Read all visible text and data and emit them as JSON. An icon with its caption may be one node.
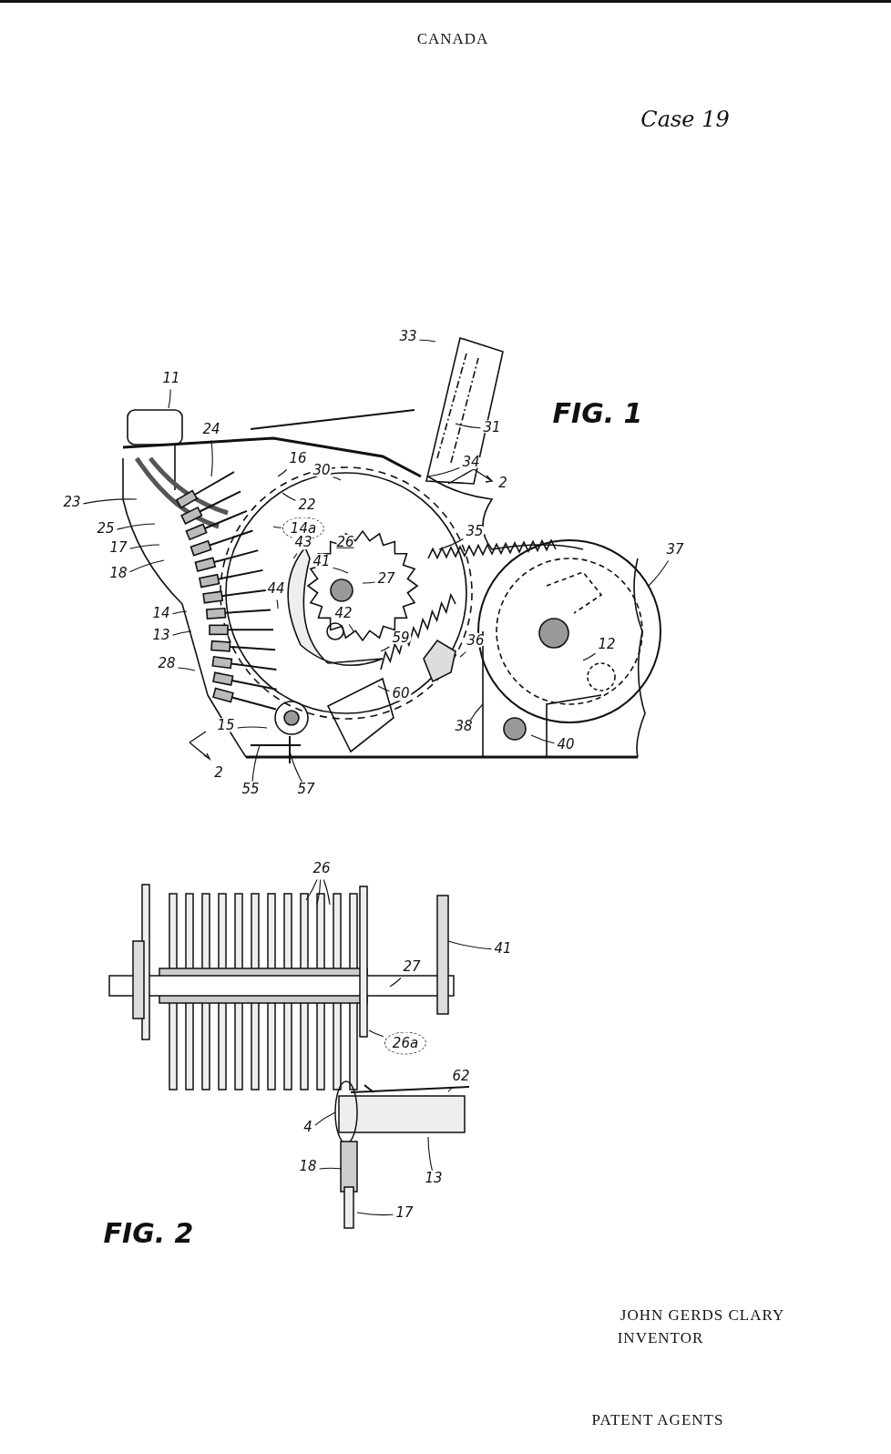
{
  "diagram": {
    "nodes": [
      {
        "text": [
          "33"
        ]
      },
      {
        "text": [
          "11"
        ]
      },
      {
        "text": [
          "31"
        ]
      },
      {
        "text": [
          "24"
        ]
      },
      {
        "text": [
          "16"
        ]
      },
      {
        "text": [
          "34"
        ]
      },
      {
        "text": [
          "30"
        ]
      },
      {
        "text": [
          "22"
        ]
      },
      {
        "text": [
          "23"
        ]
      },
      {
        "text": [
          "14a"
        ]
      },
      {
        "text": [
          "25"
        ]
      },
      {
        "text": [
          "35"
        ]
      },
      {
        "text": [
          "17"
        ]
      },
      {
        "text": [
          "37"
        ]
      },
      {
        "text": [
          "41"
        ]
      },
      {
        "text": [
          "43"
        ]
      },
      {
        "text": [
          "18"
        ]
      },
      {
        "text": [
          "44"
        ]
      },
      {
        "text": [
          "27"
        ]
      },
      {
        "text": [
          "42"
        ]
      },
      {
        "text": [
          "14"
        ]
      },
      {
        "text": [
          "12"
        ]
      },
      {
        "text": [
          "13"
        ]
      },
      {
        "text": [
          "59"
        ]
      },
      {
        "text": [
          "36"
        ]
      },
      {
        "text": [
          "28"
        ]
      },
      {
        "text": [
          "60"
        ]
      },
      {
        "text": [
          "15"
        ]
      },
      {
        "text": [
          "38"
        ]
      },
      {
        "text": [
          "40"
        ]
      },
      {
        "text": [
          "55"
        ]
      },
      {
        "text": [
          "57"
        ]
      },
      {
        "text": [
          "26"
        ]
      },
      {
        "text": [
          "41"
        ]
      },
      {
        "text": [
          "27"
        ]
      },
      {
        "text": [
          "26a"
        ]
      },
      {
        "text": [
          "62"
        ]
      },
      {
        "text": [
          "4"
        ]
      },
      {
        "text": [
          "18"
        ]
      },
      {
        "text": [
          "13"
        ]
      },
      {
        "text": [
          "17"
        ]
      }
    ],
    "edges": [
      {
        "from": 0,
        "to": null,
        "arrow": "none"
      },
      {
        "from": 1,
        "to": null,
        "arrow": "none"
      },
      {
        "from": 2,
        "to": null,
        "arrow": "none"
      },
      {
        "from": 3,
        "to": null,
        "arrow": "none"
      },
      {
        "from": 4,
        "to": null,
        "arrow": "none"
      },
      {
        "from": 5,
        "to": null,
        "arrow": "none"
      },
      {
        "from": 6,
        "to": null,
        "arrow": "none"
      },
      {
        "from": 7,
        "to": null,
        "arrow": "none"
      },
      {
        "from": 8,
        "to": null,
        "arrow": "none"
      },
      {
        "from": 9,
        "to": null,
        "arrow": "none"
      },
      {
        "from": 10,
        "to": null,
        "arrow": "none"
      },
      {
        "from": 11,
        "to": null,
        "arrow": "none"
      },
      {
        "from": 12,
        "to": null,
        "arrow": "none"
      },
      {
        "from": 13,
        "to": null,
        "arrow": "none"
      },
      {
        "from": 14,
        "to": null,
        "arrow": "none"
      },
      {
        "from": 15,
        "to": null,
        "arrow": "none"
      },
      {
        "from": 16,
        "to": null,
        "arrow": "none"
      },
      {
        "from": 17,
        "to": null,
        "arrow": "none"
      },
      {
        "from": 18,
        "to": null,
        "arrow": "none"
      },
      {
        "from": 19,
        "to": null,
        "arrow": "none"
      },
      {
        "from": 20,
        "to": null,
        "arrow": "none"
      },
      {
        "from": 21,
        "to": null,
        "arrow": "none"
      },
      {
        "from": 22,
        "to": null,
        "arrow": "none"
      },
      {
        "from": 23,
        "to": null,
        "arrow": "none"
      },
      {
        "from": 24,
        "to": null,
        "arrow": "none"
      },
      {
        "from": 25,
        "to": null,
        "arrow": "none"
      },
      {
        "from": 26,
        "to": null,
        "arrow": "none"
      },
      {
        "from": 27,
        "to": null,
        "arrow": "none"
      },
      {
        "from": 28,
        "to": null,
        "arrow": "none"
      },
      {
        "from": 29,
        "to": null,
        "arrow": "none"
      },
      {
        "from": 30,
        "to": null,
        "arrow": "none"
      },
      {
        "from": 31,
        "to": null,
        "arrow": "none"
      },
      {
        "from": 32,
        "to": null,
        "arrow": "none"
      },
      {
        "from": 32,
        "to": null,
        "arrow": "none"
      },
      {
        "from": 32,
        "to": null,
        "arrow": "none"
      },
      {
        "from": 33,
        "to": null,
        "arrow": "none"
      },
      {
        "from": 34,
        "to": null,
        "arrow": "none"
      },
      {
        "from": 35,
        "to": null,
        "arrow": "none"
      },
      {
        "from": 36,
        "to": null,
        "arrow": "none"
      },
      {
        "from": 37,
        "to": null,
        "arrow": "none"
      },
      {
        "from": 38,
        "to": null,
        "arrow": "none"
      },
      {
        "from": 39,
        "to": null,
        "arrow": "none"
      },
      {
        "from": 40,
        "to": null,
        "arrow": "none"
      }
    ],
    "labels": [
      "CANADA",
      "Case 19",
      "FIG. 1",
      "2",
      "26",
      "2",
      "FIG. 2",
      "JOHN GERDS CLARY",
      "INVENTOR",
      "PATENT AGENTS"
    ]
  }
}
